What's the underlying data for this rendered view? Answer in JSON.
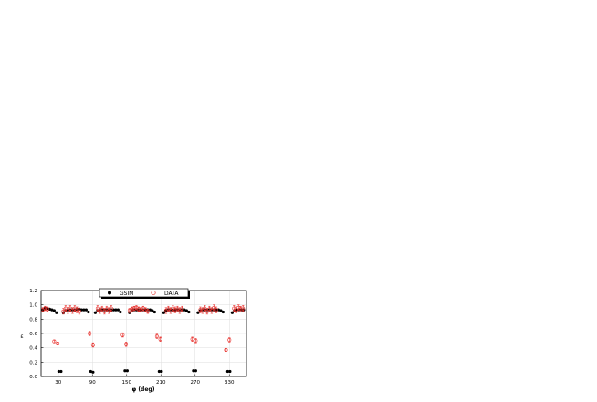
{
  "chart_data": {
    "type": "scatter",
    "xlabel": "φ (deg)",
    "ylabel": "ε",
    "xlim": [
      0,
      360
    ],
    "ylim": [
      0,
      1.2
    ],
    "xticks": [
      30,
      90,
      150,
      210,
      270,
      330
    ],
    "yticks": [
      0.0,
      0.2,
      0.4,
      0.6,
      0.8,
      1.0,
      1.2
    ],
    "grid": true,
    "legend_position": "top-center",
    "series": [
      {
        "name": "GSIM",
        "marker": "filled-circle",
        "color": "#000000",
        "points": [
          [
            3,
            0.93
          ],
          [
            7,
            0.95
          ],
          [
            11,
            0.95
          ],
          [
            15,
            0.94
          ],
          [
            19,
            0.93
          ],
          [
            23,
            0.92
          ],
          [
            27,
            0.89
          ],
          [
            31,
            0.07
          ],
          [
            35,
            0.07
          ],
          [
            39,
            0.89
          ],
          [
            43,
            0.92
          ],
          [
            47,
            0.93
          ],
          [
            51,
            0.93
          ],
          [
            55,
            0.93
          ],
          [
            59,
            0.93
          ],
          [
            63,
            0.94
          ],
          [
            67,
            0.94
          ],
          [
            71,
            0.93
          ],
          [
            75,
            0.93
          ],
          [
            79,
            0.93
          ],
          [
            83,
            0.9
          ],
          [
            87,
            0.07
          ],
          [
            91,
            0.06
          ],
          [
            95,
            0.89
          ],
          [
            99,
            0.92
          ],
          [
            103,
            0.93
          ],
          [
            107,
            0.93
          ],
          [
            111,
            0.93
          ],
          [
            115,
            0.93
          ],
          [
            119,
            0.93
          ],
          [
            123,
            0.93
          ],
          [
            127,
            0.93
          ],
          [
            131,
            0.93
          ],
          [
            135,
            0.93
          ],
          [
            139,
            0.9
          ],
          [
            147,
            0.08
          ],
          [
            151,
            0.08
          ],
          [
            155,
            0.89
          ],
          [
            159,
            0.92
          ],
          [
            163,
            0.93
          ],
          [
            167,
            0.93
          ],
          [
            171,
            0.93
          ],
          [
            175,
            0.93
          ],
          [
            179,
            0.93
          ],
          [
            183,
            0.93
          ],
          [
            187,
            0.93
          ],
          [
            191,
            0.93
          ],
          [
            195,
            0.92
          ],
          [
            199,
            0.9
          ],
          [
            207,
            0.07
          ],
          [
            211,
            0.07
          ],
          [
            215,
            0.89
          ],
          [
            219,
            0.92
          ],
          [
            223,
            0.93
          ],
          [
            227,
            0.93
          ],
          [
            231,
            0.93
          ],
          [
            235,
            0.93
          ],
          [
            239,
            0.93
          ],
          [
            243,
            0.93
          ],
          [
            247,
            0.93
          ],
          [
            251,
            0.93
          ],
          [
            255,
            0.92
          ],
          [
            259,
            0.9
          ],
          [
            267,
            0.08
          ],
          [
            271,
            0.08
          ],
          [
            275,
            0.89
          ],
          [
            279,
            0.92
          ],
          [
            283,
            0.93
          ],
          [
            287,
            0.93
          ],
          [
            291,
            0.93
          ],
          [
            295,
            0.93
          ],
          [
            299,
            0.93
          ],
          [
            303,
            0.93
          ],
          [
            307,
            0.93
          ],
          [
            311,
            0.93
          ],
          [
            315,
            0.92
          ],
          [
            319,
            0.9
          ],
          [
            327,
            0.07
          ],
          [
            331,
            0.07
          ],
          [
            335,
            0.89
          ],
          [
            339,
            0.92
          ],
          [
            343,
            0.93
          ],
          [
            347,
            0.93
          ],
          [
            351,
            0.93
          ],
          [
            355,
            0.93
          ]
        ]
      },
      {
        "name": "DATA",
        "marker": "open-circle",
        "color": "#e8322e",
        "points": [
          [
            3,
            0.93,
            0.03
          ],
          [
            7,
            0.95,
            0.03
          ],
          [
            11,
            0.94,
            0.03
          ],
          [
            23,
            0.49,
            0.02
          ],
          [
            29,
            0.46,
            0.02
          ],
          [
            39,
            0.91,
            0.04
          ],
          [
            43,
            0.95,
            0.04
          ],
          [
            47,
            0.92,
            0.04
          ],
          [
            51,
            0.95,
            0.04
          ],
          [
            55,
            0.92,
            0.04
          ],
          [
            59,
            0.95,
            0.04
          ],
          [
            63,
            0.93,
            0.04
          ],
          [
            67,
            0.91,
            0.04
          ],
          [
            85,
            0.6,
            0.03
          ],
          [
            91,
            0.44,
            0.03
          ],
          [
            99,
            0.95,
            0.04
          ],
          [
            103,
            0.92,
            0.04
          ],
          [
            107,
            0.94,
            0.04
          ],
          [
            111,
            0.91,
            0.04
          ],
          [
            115,
            0.94,
            0.04
          ],
          [
            119,
            0.92,
            0.04
          ],
          [
            123,
            0.95,
            0.04
          ],
          [
            143,
            0.58,
            0.03
          ],
          [
            149,
            0.45,
            0.03
          ],
          [
            155,
            0.92,
            0.03
          ],
          [
            159,
            0.94,
            0.03
          ],
          [
            163,
            0.95,
            0.03
          ],
          [
            167,
            0.96,
            0.03
          ],
          [
            171,
            0.94,
            0.03
          ],
          [
            175,
            0.93,
            0.03
          ],
          [
            179,
            0.95,
            0.03
          ],
          [
            183,
            0.93,
            0.03
          ],
          [
            187,
            0.91,
            0.03
          ],
          [
            203,
            0.56,
            0.03
          ],
          [
            209,
            0.52,
            0.03
          ],
          [
            219,
            0.92,
            0.04
          ],
          [
            223,
            0.94,
            0.04
          ],
          [
            227,
            0.92,
            0.04
          ],
          [
            231,
            0.95,
            0.04
          ],
          [
            235,
            0.93,
            0.04
          ],
          [
            239,
            0.94,
            0.04
          ],
          [
            243,
            0.92,
            0.04
          ],
          [
            247,
            0.94,
            0.04
          ],
          [
            265,
            0.52,
            0.03
          ],
          [
            271,
            0.5,
            0.03
          ],
          [
            279,
            0.93,
            0.04
          ],
          [
            283,
            0.92,
            0.04
          ],
          [
            287,
            0.95,
            0.04
          ],
          [
            291,
            0.91,
            0.04
          ],
          [
            295,
            0.94,
            0.04
          ],
          [
            299,
            0.92,
            0.04
          ],
          [
            303,
            0.96,
            0.04
          ],
          [
            307,
            0.93,
            0.04
          ],
          [
            324,
            0.37,
            0.02
          ],
          [
            330,
            0.51,
            0.03
          ],
          [
            338,
            0.95,
            0.04
          ],
          [
            342,
            0.93,
            0.04
          ],
          [
            346,
            0.96,
            0.04
          ],
          [
            350,
            0.94,
            0.04
          ],
          [
            354,
            0.95,
            0.04
          ]
        ]
      }
    ]
  }
}
